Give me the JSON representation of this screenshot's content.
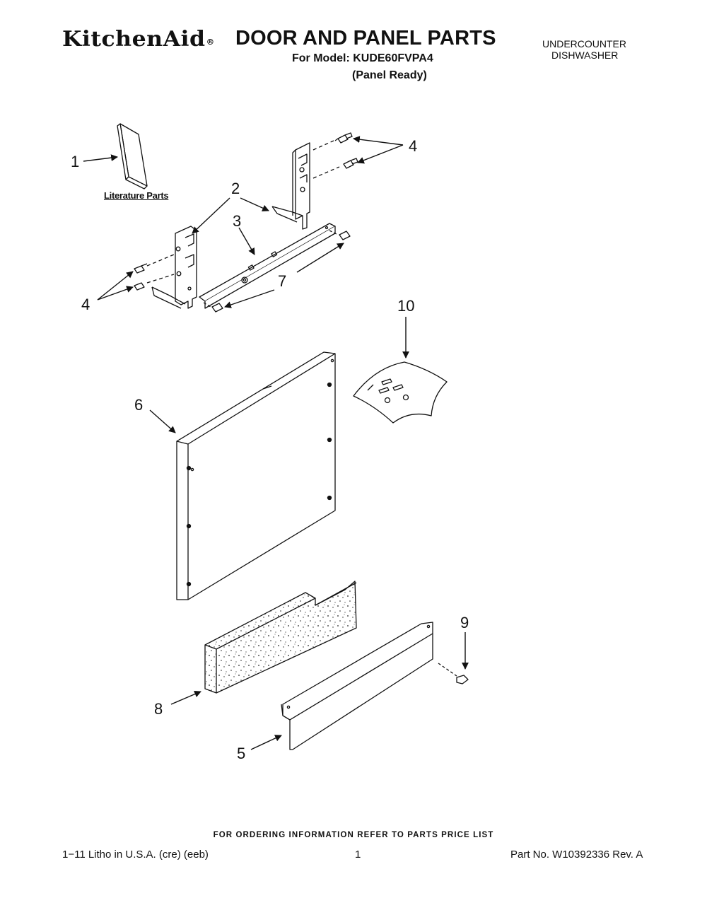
{
  "header": {
    "brand": "KitchenAid",
    "brand_mark": "®",
    "title": "DOOR AND PANEL PARTS",
    "model_line": "For Model: KUDE60FVPA4",
    "variant": "(Panel Ready)",
    "category_line1": "UNDERCOUNTER",
    "category_line2": "DISHWASHER"
  },
  "diagram": {
    "literature_label": "Literature Parts",
    "callouts": {
      "c1": "1",
      "c2": "2",
      "c3": "3",
      "c4a": "4",
      "c4b": "4",
      "c5": "5",
      "c6": "6",
      "c7": "7",
      "c8": "8",
      "c9": "9",
      "c10": "10"
    }
  },
  "footer": {
    "ordering_note": "FOR ORDERING INFORMATION REFER TO PARTS PRICE LIST",
    "litho": "1−11 Litho in U.S.A. (cre) (eeb)",
    "page_number": "1",
    "part_number": "Part No. W10392336 Rev. A"
  }
}
